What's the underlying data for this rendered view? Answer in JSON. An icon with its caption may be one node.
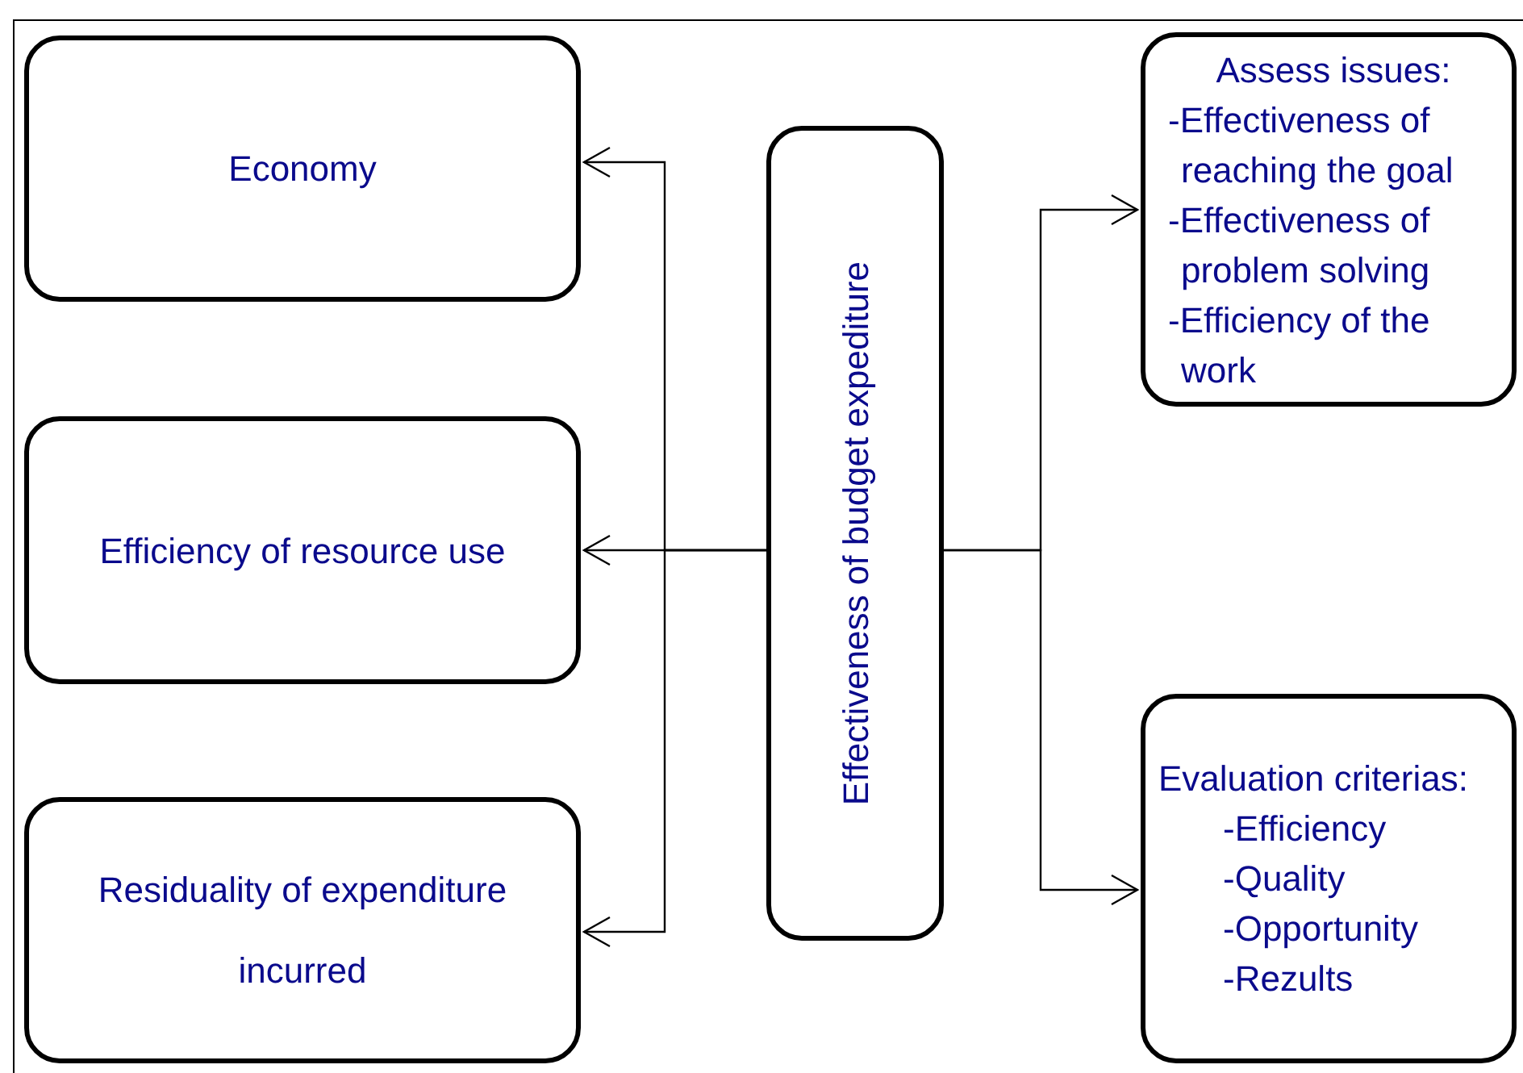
{
  "diagram": {
    "nodes": [
      {
        "text": [
          "Economy"
        ]
      },
      {
        "text": [
          "Efficiency of resource use"
        ]
      },
      {
        "text": [
          "Residuality of expenditure incurred"
        ]
      },
      {
        "text": [
          "Effectiveness of budget expediture"
        ]
      },
      {
        "text": [
          "Assess issues:",
          "-Effectiveness of reaching the goal",
          "-Effectiveness of problem solving",
          "-Efficiency of the work"
        ]
      },
      {
        "text": [
          "Evaluation criterias:",
          "-Efficiency",
          "-Quality",
          "-Opportunity",
          "-Rezults"
        ]
      }
    ],
    "edges": [
      {
        "from": 3,
        "to": 0,
        "arrow": "to"
      },
      {
        "from": 3,
        "to": 1,
        "arrow": "to"
      },
      {
        "from": 3,
        "to": 2,
        "arrow": "to"
      },
      {
        "from": 3,
        "to": 4,
        "arrow": "to"
      },
      {
        "from": 3,
        "to": 5,
        "arrow": "to"
      }
    ]
  }
}
